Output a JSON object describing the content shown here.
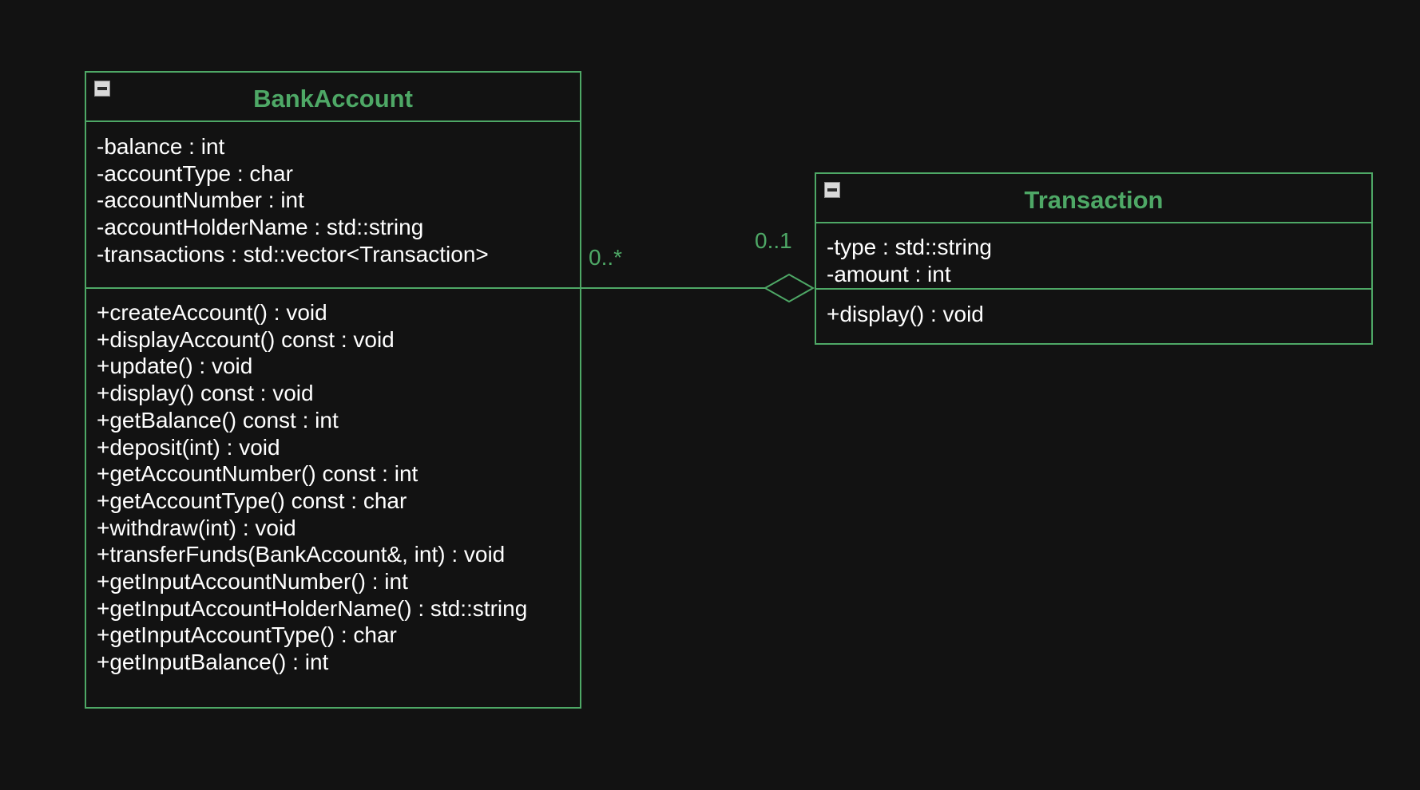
{
  "colors": {
    "background": "#121212",
    "accent": "#4ea866",
    "text": "#ffffff"
  },
  "classes": {
    "bank_account": {
      "name": "BankAccount",
      "attributes": [
        "-balance : int",
        "-accountType : char",
        "-accountNumber : int",
        "-accountHolderName : std::string",
        "-transactions : std::vector<Transaction>"
      ],
      "methods": [
        "+createAccount() : void",
        "+displayAccount() const : void",
        "+update() : void",
        "+display() const : void",
        "+getBalance() const : int",
        "+deposit(int) : void",
        "+getAccountNumber() const : int",
        "+getAccountType() const : char",
        "+withdraw(int) : void",
        "+transferFunds(BankAccount&, int) : void",
        "+getInputAccountNumber() : int",
        "+getInputAccountHolderName() : std::string",
        "+getInputAccountType() : char",
        "+getInputBalance() : int"
      ]
    },
    "transaction": {
      "name": "Transaction",
      "attributes": [
        "-type : std::string",
        "-amount : int"
      ],
      "methods": [
        "+display() : void"
      ]
    }
  },
  "association": {
    "type": "aggregation",
    "source_multiplicity": "0..*",
    "target_multiplicity": "0..1",
    "icon": "aggregation-diamond-icon"
  },
  "icons": {
    "collapse": "collapse-minus-icon"
  }
}
